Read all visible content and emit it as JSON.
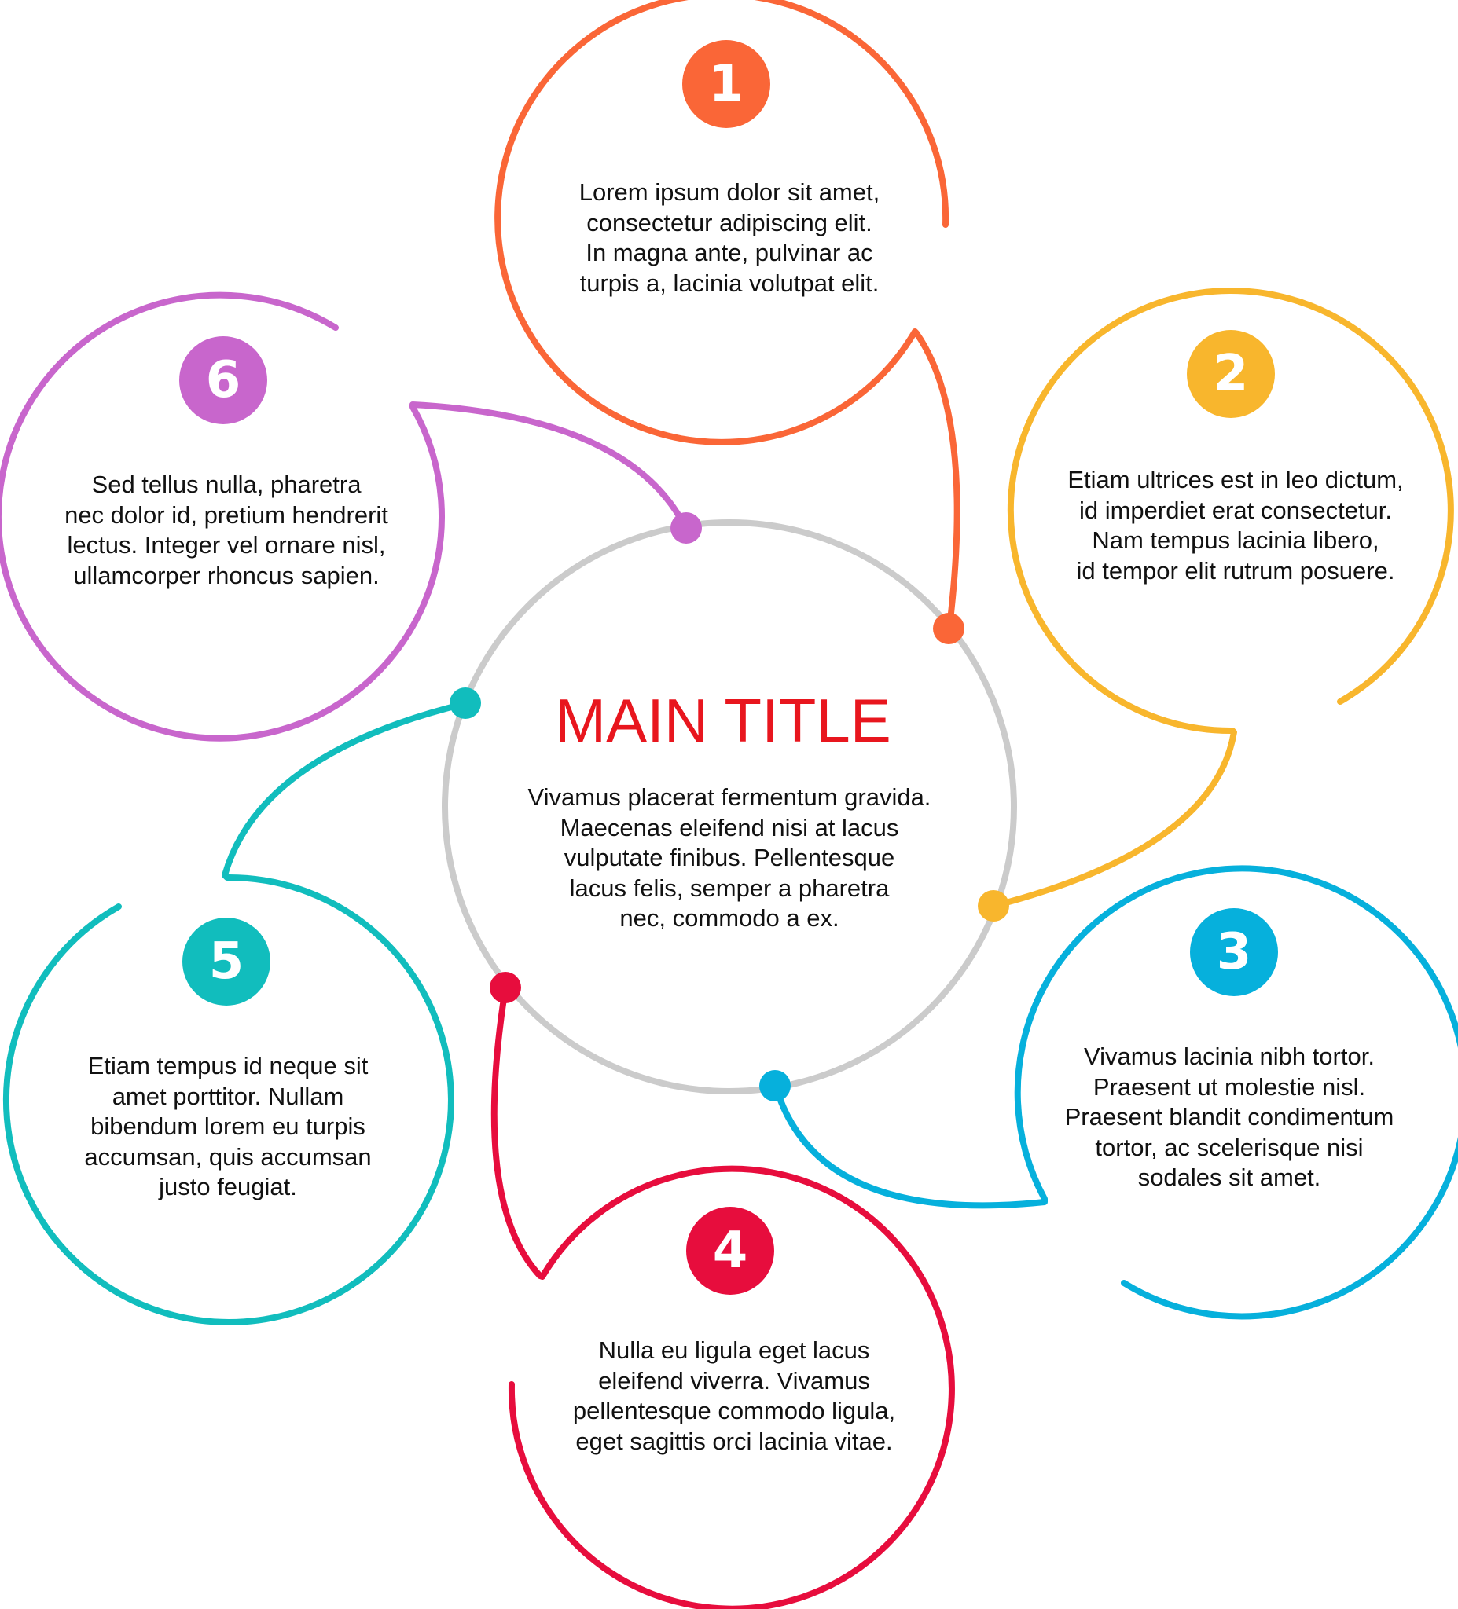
{
  "main": {
    "title": "MAIN TITLE",
    "title_color": "#e8161e",
    "ring_color": "#cbcbcb",
    "lines": [
      "Vivamus placerat fermentum gravida.",
      "Maecenas eleifend nisi at lacus",
      "vulputate finibus. Pellentesque",
      "lacus felis, semper a pharetra",
      "nec, commodo a ex."
    ]
  },
  "steps": [
    {
      "number": "1",
      "color": "#fa6637",
      "lines": [
        "Lorem ipsum dolor sit amet,",
        "consectetur adipiscing elit.",
        "In magna ante, pulvinar ac",
        "turpis a, lacinia volutpat elit."
      ]
    },
    {
      "number": "2",
      "color": "#f8b62d",
      "lines": [
        "Etiam ultrices est in leo dictum,",
        "id imperdiet erat consectetur.",
        "Nam tempus lacinia libero,",
        "id tempor elit rutrum posuere."
      ]
    },
    {
      "number": "3",
      "color": "#06b0dc",
      "lines": [
        "Vivamus lacinia nibh tortor.",
        "Praesent ut molestie nisl.",
        "Praesent blandit condimentum",
        "tortor, ac scelerisque nisi",
        "sodales sit amet."
      ]
    },
    {
      "number": "4",
      "color": "#e70d3d",
      "lines": [
        "Nulla eu ligula eget lacus",
        "eleifend viverra. Vivamus",
        "pellentesque commodo ligula,",
        "eget sagittis orci lacinia vitae."
      ]
    },
    {
      "number": "5",
      "color": "#11bdbd",
      "lines": [
        "Etiam tempus id neque sit",
        "amet porttitor. Nullam",
        "bibendum lorem eu turpis",
        "accumsan, quis accumsan",
        "justo feugiat."
      ]
    },
    {
      "number": "6",
      "color": "#c866cc",
      "lines": [
        "Sed tellus nulla, pharetra",
        "nec dolor id, pretium hendrerit",
        "lectus. Integer vel ornare nisl,",
        "ullamcorper rhoncus sapien."
      ]
    }
  ]
}
